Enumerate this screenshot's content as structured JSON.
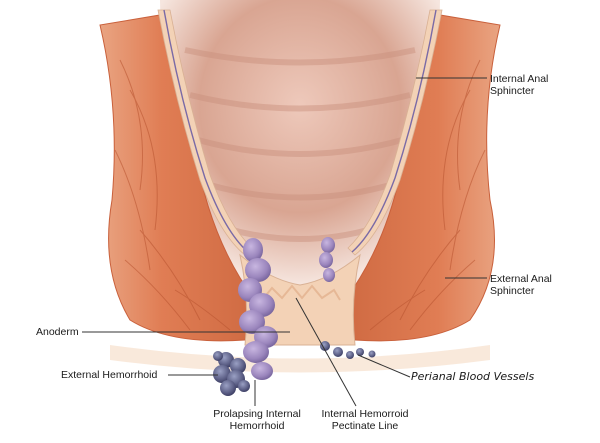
{
  "labels": {
    "internal_anal_sphincter": [
      "Internal Anal",
      "Sphincter"
    ],
    "external_anal_sphincter": [
      "External Anal",
      "Sphincter"
    ],
    "anoderm": "Anoderm",
    "external_hemorrhoid": "External Hemorrhoid",
    "perianal_blood_vessels": "Perianal Blood Vessels",
    "prolapsing_internal_hemorrhoid": [
      "Prolapsing Internal",
      "Hemorrhoid"
    ],
    "internal_hemorroid_pectinate_line": [
      "Internal Hemorroid",
      "Pectinate Line"
    ]
  },
  "colors": {
    "muscle": "#e07d54",
    "muscle_dark": "#c9603b",
    "lumen": "#d9a592",
    "skin": "#f3d2b6",
    "hemorrhoid": "#9b86bd",
    "hemorrhoid_dark": "#5c5f86",
    "vein": "#7a6aa6",
    "leader": "#333333"
  }
}
